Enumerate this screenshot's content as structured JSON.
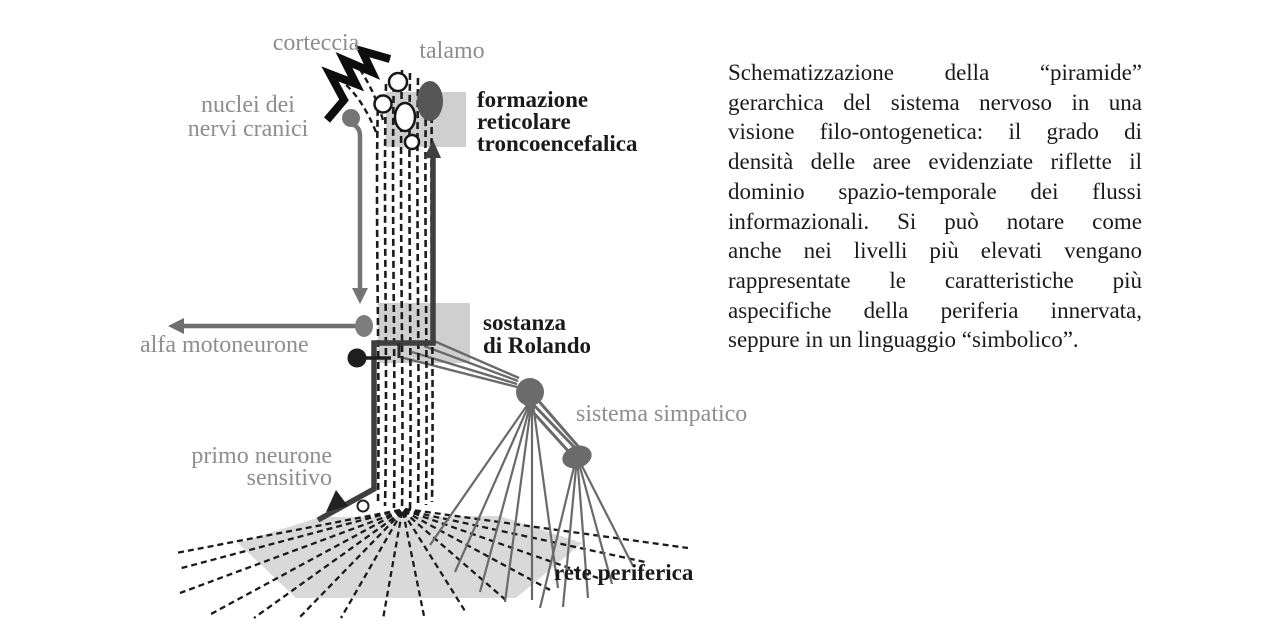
{
  "figure": {
    "labels": {
      "corteccia": "corteccia",
      "talamo": "talamo",
      "nuclei_line1": "nuclei dei",
      "nuclei_line2": "nervi cranici",
      "formazione_line1": "formazione",
      "formazione_line2": "reticolare",
      "formazione_line3": "troncoencefalica",
      "alfa_motoneurone": "alfa motoneurone",
      "sostanza_line1": "sostanza",
      "sostanza_line2": "di Rolando",
      "sistema_simpatico": "sistema simpatico",
      "primo_line1": "primo neurone",
      "primo_line2": "sensitivo",
      "rete_periferica": "rete periferica"
    },
    "colors": {
      "label_gray": "#8e8e8e",
      "label_black": "#1a1a1a",
      "dashed_line": "#1b1b1b",
      "dark_pathway": "#3f3f3f",
      "gray_arrow": "#6f6f6f",
      "node_gray": "#6b6b6b",
      "highlight_rect": "#cfcfcf",
      "peripheral_polygon": "#d9d9d9",
      "thalamus_fill": "#565656"
    }
  },
  "caption": {
    "lines": [
      "Schematizzazione della “piramide”",
      "gerarchica del sistema nervoso in una",
      "visione filo-ontogenetica: il grado di",
      "densità delle aree evidenziate riflette il",
      "dominio spazio-temporale dei flussi",
      "informazionali. Si può notare come",
      "anche nei livelli più elevati vengano",
      "rappresentate le caratteristiche più",
      "aspecifiche della periferia innervata,",
      "seppure in un linguaggio “simbolico”."
    ]
  }
}
